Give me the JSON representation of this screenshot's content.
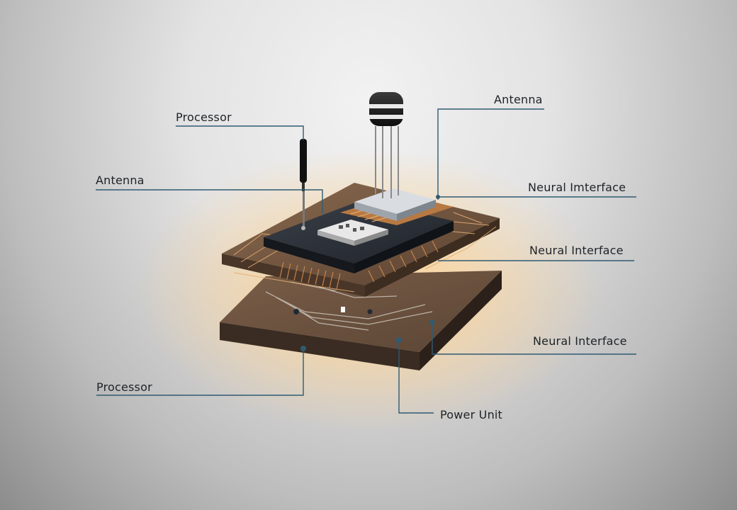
{
  "labels": {
    "processor_top": "Processor",
    "antenna_left": "Antenna",
    "antenna_top": "Antenna",
    "neural_1": "Neural Imterface",
    "neural_2": "Neural Interface",
    "neural_3": "Neural Interface",
    "processor_bottom": "Processor",
    "power_unit": "Power Unit"
  },
  "colors": {
    "leader_line": "#2f5b73",
    "glow": "#ffcf8a",
    "top_board": "#6e5440",
    "base_board": "#4b3a2e",
    "chip": "#2b3038",
    "trace": "#d79a5e"
  }
}
